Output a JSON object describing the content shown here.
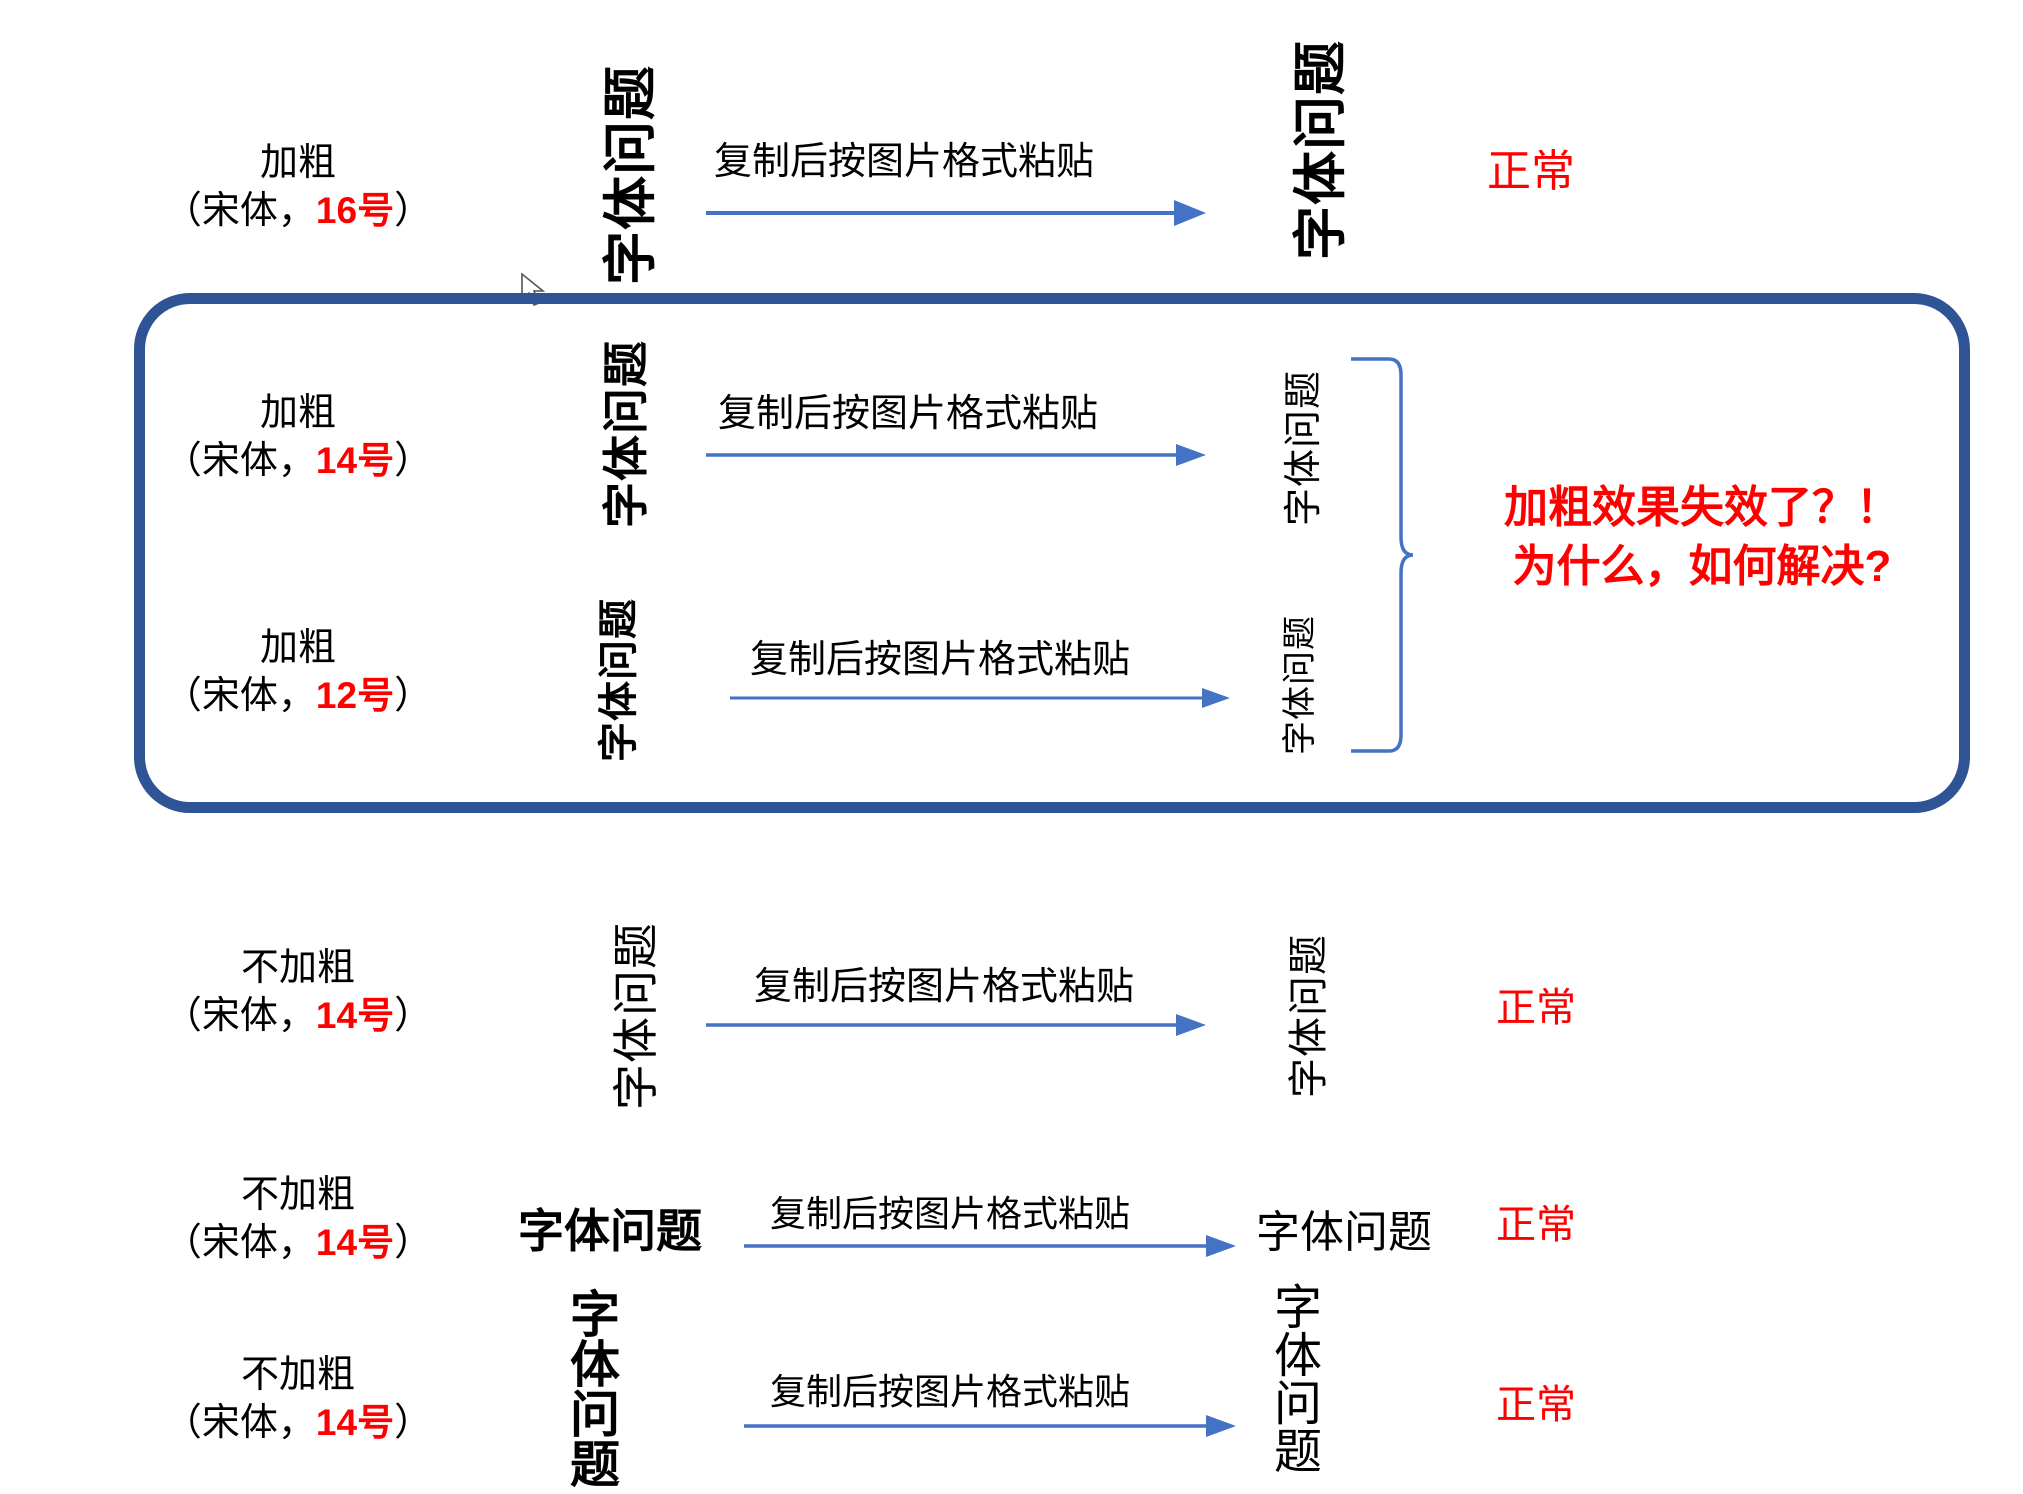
{
  "slide": {
    "background_color": "#ffffff",
    "accent_blue": "#4472C4",
    "box_border_color": "#2E5496",
    "alert_red": "#FF0000"
  },
  "annotation": {
    "line1": "加粗效果失效了？！",
    "line2": "为什么，如何解决?",
    "color": "#FF0000"
  },
  "rows": [
    {
      "label_line1": "加粗",
      "label_line2_prefix": "（宋体，",
      "label_size": "16号",
      "label_line2_suffix": "）",
      "source_text": "字体问题",
      "caption": "复制后按图片格式粘贴",
      "result_text": "字体问题",
      "status": "正常"
    },
    {
      "label_line1": "加粗",
      "label_line2_prefix": "（宋体，",
      "label_size": "14号",
      "label_line2_suffix": "）",
      "source_text": "字体问题",
      "caption": "复制后按图片格式粘贴",
      "result_text": "字体问题",
      "status": ""
    },
    {
      "label_line1": "加粗",
      "label_line2_prefix": "（宋体，",
      "label_size": "12号",
      "label_line2_suffix": "）",
      "source_text": "字体问题",
      "caption": "复制后按图片格式粘贴",
      "result_text": "字体问题",
      "status": ""
    },
    {
      "label_line1": "不加粗",
      "label_line2_prefix": "（宋体，",
      "label_size": "14号",
      "label_line2_suffix": "）",
      "source_text": "字体问题",
      "caption": "复制后按图片格式粘贴",
      "result_text": "字体问题",
      "status": "正常"
    },
    {
      "label_line1": "不加粗",
      "label_line2_prefix": "（宋体，",
      "label_size": "14号",
      "label_line2_suffix": "）",
      "source_text": "字体问题",
      "caption": "复制后按图片格式粘贴",
      "result_text": "字体问题",
      "status": "正常"
    },
    {
      "label_line1": "不加粗",
      "label_line2_prefix": "（宋体，",
      "label_size": "14号",
      "label_line2_suffix": "）",
      "source_text": "字体问题",
      "caption": "复制后按图片格式粘贴",
      "result_text": "字体问题",
      "status": "正常"
    }
  ]
}
